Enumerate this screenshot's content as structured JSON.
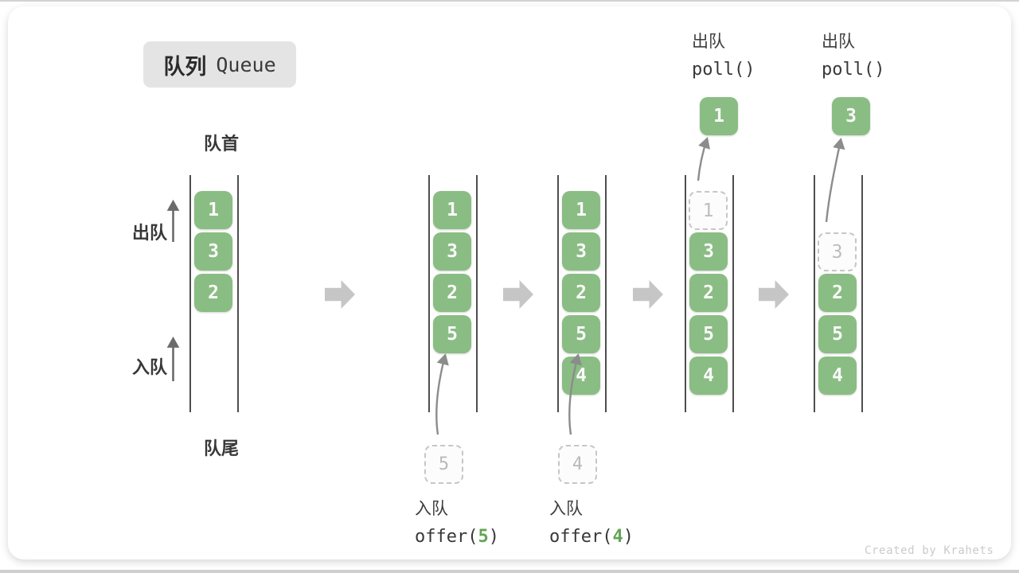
{
  "badge": {
    "zh": "队列",
    "en": "Queue"
  },
  "labels": {
    "front": "队首",
    "rear": "队尾",
    "dequeue": "出队",
    "enqueue": "入队"
  },
  "ops": {
    "enqueue5": {
      "label": "入队",
      "code_prefix": "offer(",
      "arg": "5",
      "code_suffix": ")"
    },
    "enqueue4": {
      "label": "入队",
      "code_prefix": "offer(",
      "arg": "4",
      "code_suffix": ")"
    },
    "poll1": {
      "label": "出队",
      "code": "poll()",
      "value": "1"
    },
    "poll3": {
      "label": "出队",
      "code": "poll()",
      "value": "3"
    }
  },
  "states": [
    {
      "name": "initial",
      "cells": [
        {
          "value": "1",
          "slot": 0
        },
        {
          "value": "3",
          "slot": 1
        },
        {
          "value": "2",
          "slot": 2
        }
      ]
    },
    {
      "name": "after-offer-5",
      "cells": [
        {
          "value": "1",
          "slot": 0
        },
        {
          "value": "3",
          "slot": 1
        },
        {
          "value": "2",
          "slot": 2
        },
        {
          "value": "5",
          "slot": 3
        }
      ]
    },
    {
      "name": "after-offer-4",
      "cells": [
        {
          "value": "1",
          "slot": 0
        },
        {
          "value": "3",
          "slot": 1
        },
        {
          "value": "2",
          "slot": 2
        },
        {
          "value": "5",
          "slot": 3
        },
        {
          "value": "4",
          "slot": 4
        }
      ]
    },
    {
      "name": "poll-1",
      "cells": [
        {
          "value": "1",
          "slot": 0,
          "dashed": true
        },
        {
          "value": "3",
          "slot": 1
        },
        {
          "value": "2",
          "slot": 2
        },
        {
          "value": "5",
          "slot": 3
        },
        {
          "value": "4",
          "slot": 4
        }
      ]
    },
    {
      "name": "poll-3",
      "cells": [
        {
          "value": "3",
          "slot": 1,
          "dashed": true
        },
        {
          "value": "2",
          "slot": 2
        },
        {
          "value": "5",
          "slot": 3
        },
        {
          "value": "4",
          "slot": 4
        }
      ]
    }
  ],
  "colors": {
    "cell_green": "#8ABD83",
    "code_green": "#64A455",
    "block_arrow_gray": "#C6C6C6",
    "wall_gray": "#4E4E4E",
    "flow_arrow_gray": "#8C8C8C"
  },
  "watermark": "Created by Krahets"
}
